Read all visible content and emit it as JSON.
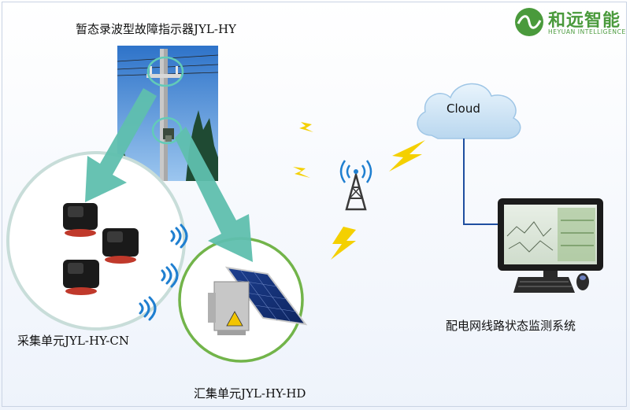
{
  "diagram": {
    "title": "暂态录波型故障指示器JYL-HY",
    "collector_label": "采集单元JYL-HY-CN",
    "concentrator_label": "汇集单元JYL-HY-HD",
    "cloud_label": "Cloud",
    "system_label": "配电网线路状态监测系统"
  },
  "logo": {
    "name_cn": "和远智能",
    "name_en": "HEYUAN INTELLIGENCE",
    "color": "#4a9a3c"
  },
  "colors": {
    "arrow": "#5fbfae",
    "cloud": "#cfe4f5",
    "lightning": "#f4d000",
    "collector_ring": "#c8ddd9",
    "concentrator_ring": "#72b44a"
  }
}
